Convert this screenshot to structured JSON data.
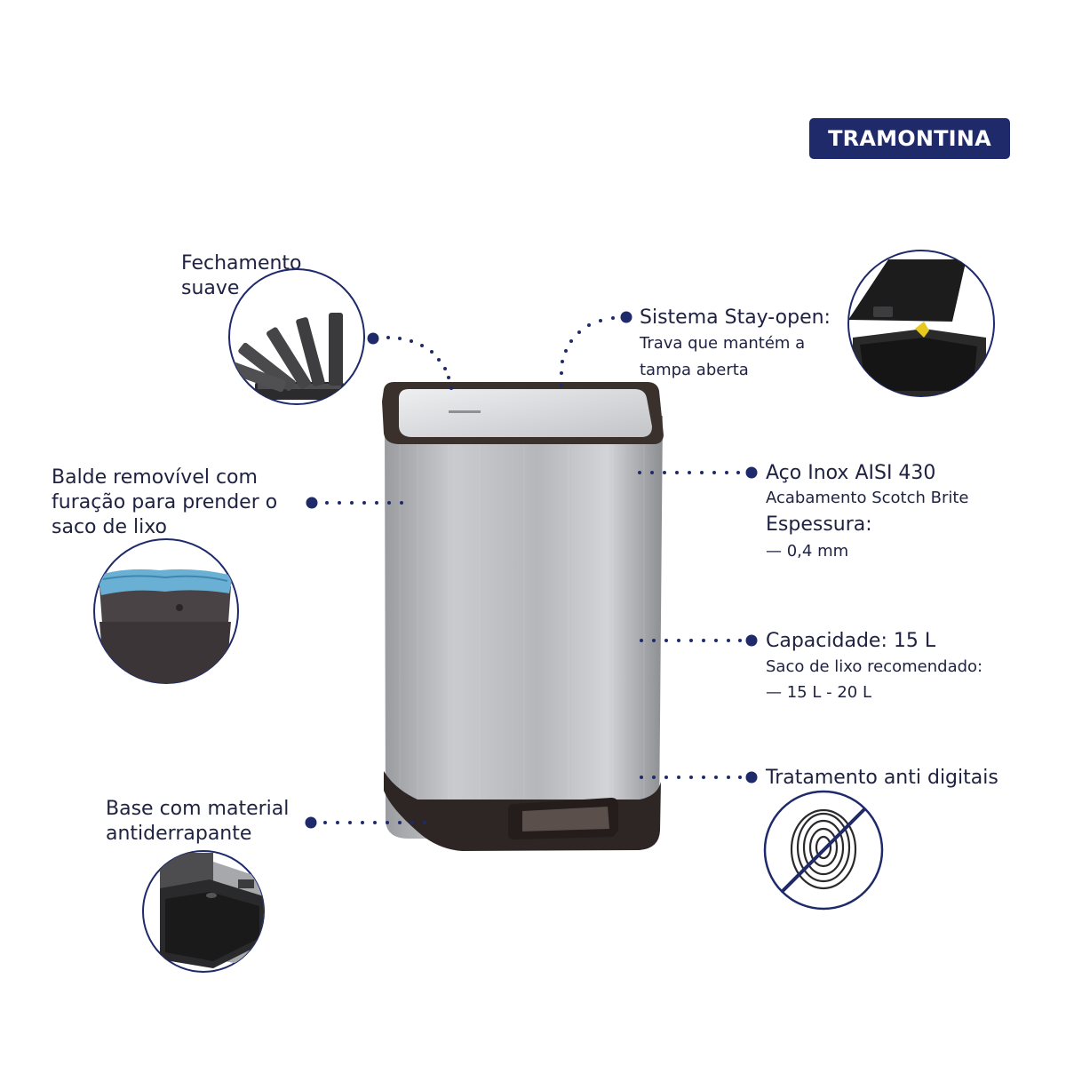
{
  "brand": {
    "name": "TRAMONTINA",
    "color": "#1f2a6b"
  },
  "features": {
    "soft_close": {
      "title_line1": "Fechamento",
      "title_line2": "suave",
      "icon": "lid-closing-sequence-icon"
    },
    "stay_open": {
      "title": "Sistema Stay-open:",
      "desc_line1": "Trava que mantém a",
      "desc_line2": "tampa aberta",
      "icon": "stay-open-lock-icon"
    },
    "bucket": {
      "title_line1": "Balde removível com",
      "title_line2": "furação para prender o",
      "title_line3": "saco de lixo",
      "icon": "removable-bucket-icon"
    },
    "steel": {
      "title": "Aço Inox AISI 430",
      "finish": "Acabamento Scotch Brite",
      "thickness_label": "Espessura:",
      "thickness_value": "— 0,4 mm"
    },
    "capacity": {
      "title": "Capacidade: 15 L",
      "bag_label": "Saco de lixo recomendado:",
      "bag_value": "— 15 L - 20 L"
    },
    "anti_fingerprint": {
      "title": "Tratamento anti digitais",
      "icon": "no-fingerprint-icon"
    },
    "base": {
      "title_line1": "Base com material",
      "title_line2": "antiderrapante",
      "icon": "non-slip-base-icon"
    }
  },
  "accent_dot_color": "#1f2a6b"
}
